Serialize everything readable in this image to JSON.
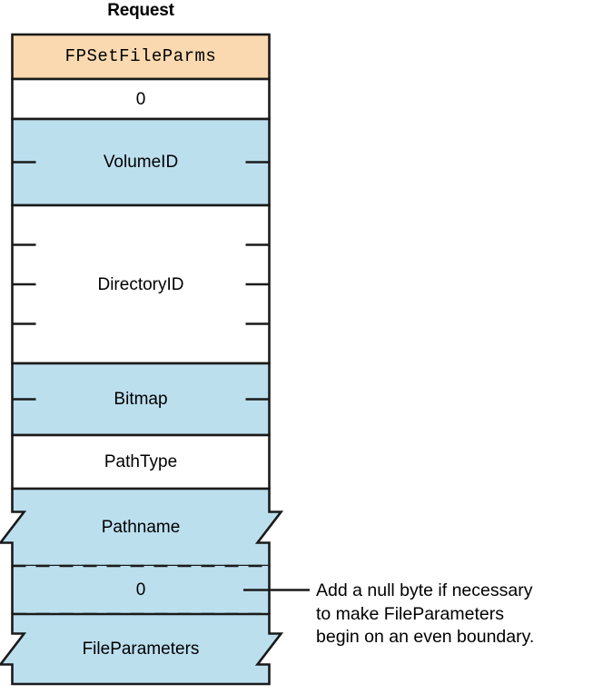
{
  "title": "Request",
  "colors": {
    "header_fill": "#fad9b0",
    "blue_fill": "#bcdfee",
    "white_fill": "#ffffff",
    "stroke": "#1a1a1a",
    "text": "#000000"
  },
  "packet": {
    "rows": [
      {
        "id": "fpsetfileparms",
        "label": "FPSetFileParms",
        "fill": "header_fill",
        "style": "mono",
        "ticks": 0,
        "edge": "solid"
      },
      {
        "id": "zero-pad",
        "label": "0",
        "fill": "white_fill",
        "style": "sans",
        "ticks": 0,
        "edge": "solid"
      },
      {
        "id": "volumeid",
        "label": "VolumeID",
        "fill": "blue_fill",
        "style": "sans",
        "ticks": 1,
        "edge": "solid"
      },
      {
        "id": "directoryid",
        "label": "DirectoryID",
        "fill": "white_fill",
        "style": "sans",
        "ticks": 3,
        "edge": "solid"
      },
      {
        "id": "bitmap",
        "label": "Bitmap",
        "fill": "blue_fill",
        "style": "sans",
        "ticks": 1,
        "edge": "solid"
      },
      {
        "id": "pathtype",
        "label": "PathType",
        "fill": "white_fill",
        "style": "sans",
        "ticks": 0,
        "edge": "solid"
      },
      {
        "id": "pathname",
        "label": "Pathname",
        "fill": "blue_fill",
        "style": "sans",
        "ticks": 0,
        "edge": "torn"
      },
      {
        "id": "null-byte",
        "label": "0",
        "fill": "blue_fill",
        "style": "sans",
        "ticks": 0,
        "edge": "dashed"
      },
      {
        "id": "fileparameters",
        "label": "FileParameters",
        "fill": "blue_fill",
        "style": "sans",
        "ticks": 0,
        "edge": "torn"
      }
    ]
  },
  "annotation": {
    "lines": [
      "Add a null byte if necessary",
      "to make FileParameters",
      "begin on an even boundary."
    ],
    "target_row": "null-byte"
  }
}
